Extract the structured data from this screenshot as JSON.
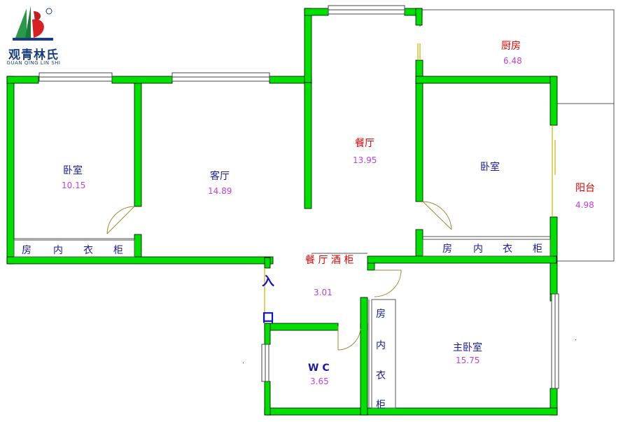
{
  "brand": {
    "name": "观青林氏",
    "subtitle": "GUAN QING LIN SHI",
    "registered": "®"
  },
  "rooms": {
    "bedroom_left": {
      "name": "卧室",
      "area": "10.15"
    },
    "living_room": {
      "name": "客厅",
      "area": "14.89"
    },
    "dining_room": {
      "name": "餐厅",
      "area": "13.95"
    },
    "kitchen": {
      "name": "厨房",
      "area": "6.48"
    },
    "bedroom_right": {
      "name": "卧室"
    },
    "balcony": {
      "name": "阳台",
      "area": "4.98"
    },
    "master_bedroom": {
      "name": "主卧室",
      "area": "15.75"
    },
    "wc": {
      "name": "W C",
      "area": "3.65"
    },
    "hall": {
      "area": "3.01"
    }
  },
  "fixtures": {
    "wardrobe_left": [
      "房",
      "内",
      "衣",
      "柜"
    ],
    "wardrobe_right": [
      "房",
      "内",
      "衣",
      "柜"
    ],
    "wardrobe_master": [
      "房",
      "内",
      "衣",
      "柜"
    ],
    "wine_cabinet": "餐 厅 酒 柜"
  },
  "entrance": {
    "chars": [
      "入",
      "口"
    ]
  },
  "colors": {
    "wall": "#00e000",
    "wall_outline": "#000000",
    "room_label": "#1a1aa0",
    "accent_label": "#e00000",
    "area_label": "#c040e0",
    "logo": "#1a3e7c"
  }
}
